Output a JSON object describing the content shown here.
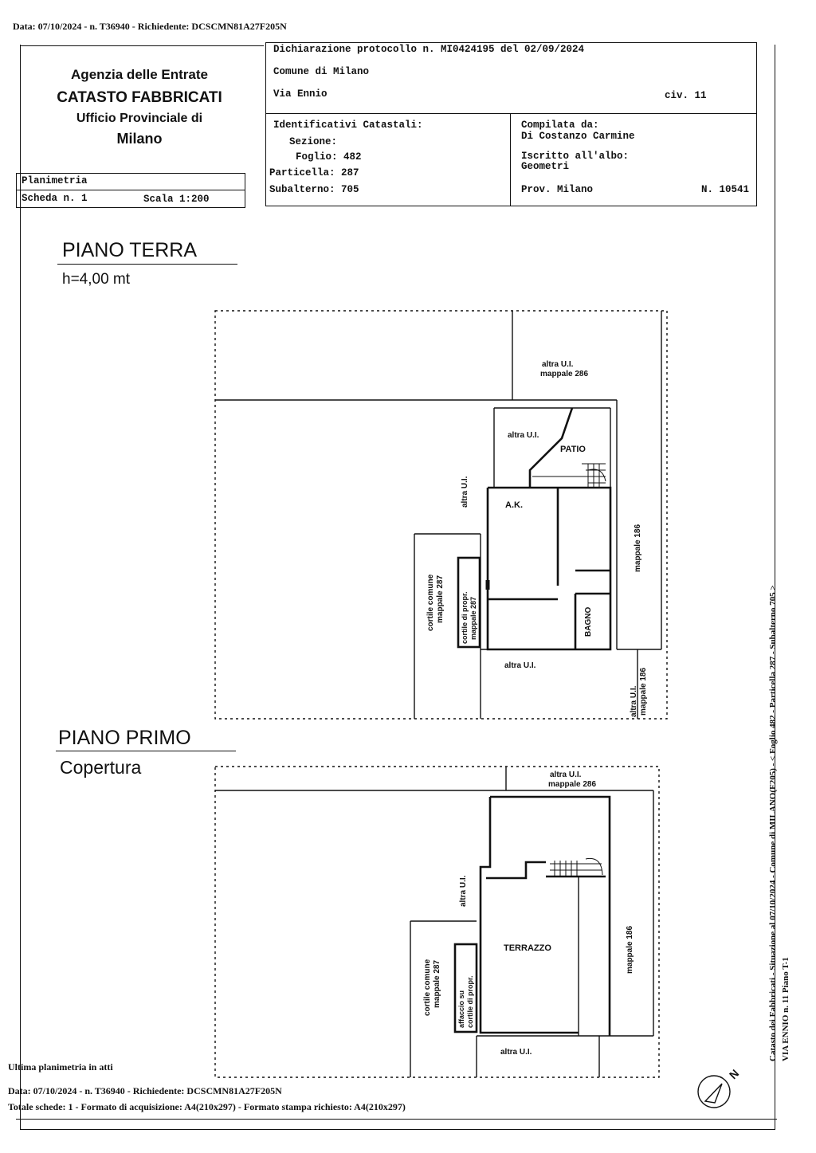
{
  "top_header": "Data: 07/10/2024 - n. T36940 - Richiedente: DCSCMN81A27F205N",
  "agency": {
    "line1": "Agenzia delle Entrate",
    "line2": "CATASTO FABBRICATI",
    "line3": "Ufficio Provinciale di",
    "line4": "Milano"
  },
  "planimetria": {
    "label": "Planimetria",
    "scheda": "Scheda n. 1",
    "scala": "Scala 1:200"
  },
  "declaration": {
    "protocol": "Dichiarazione protocollo n. MI0424195 del 02/09/2024",
    "comune": "Comune di Milano",
    "via": "Via Ennio",
    "civ": "civ. 11"
  },
  "identificativi": {
    "title": "Identificativi Catastali:",
    "sezione": "Sezione:",
    "foglio": "Foglio: 482",
    "particella": "Particella: 287",
    "subalterno": "Subalterno: 705"
  },
  "compilata": {
    "label": "Compilata da:",
    "name": "Di Costanzo Carmine",
    "iscritto": "Iscritto all'albo:",
    "albo": "Geometri",
    "prov": "Prov. Milano",
    "numero": "N. 10541"
  },
  "piano_terra": {
    "title": "PIANO TERRA",
    "height": "h=4,00 mt",
    "labels": {
      "altra_ui_286_a": "altra U.I.",
      "mappale_286": "mappale 286",
      "altra_ui_patio": "altra U.I.",
      "patio": "PATIO",
      "altra_ui_left": "altra U.I.",
      "ak": "A.K.",
      "mappale_186": "mappale 186",
      "cortile_comune": "cortile comune",
      "mappale_287": "mappale 287",
      "cortile_propr": "cortile di propr.",
      "mappale_287b": "mappale 287",
      "bagno": "BAGNO",
      "altra_ui_bottom": "altra U.I.",
      "altra_ui_186": "altra U.I.",
      "mappale_186b": "mappale 186"
    }
  },
  "piano_primo": {
    "title": "PIANO PRIMO",
    "subtitle": "Copertura",
    "labels": {
      "altra_ui_286": "altra U.I.",
      "mappale_286": "mappale 286",
      "altra_ui_left": "altra U.I.",
      "terrazzo": "TERRAZZO",
      "mappale_186": "mappale 186",
      "cortile_comune": "cortile comune",
      "mappale_287": "mappale 287",
      "affaccio": "affaccio su",
      "cortile_propr": "cortile di propr.",
      "altra_ui_bottom": "altra U.I."
    }
  },
  "side_text": {
    "line1": "Catasto dei Fabbricati - Situazione al 07/10/2024 - Comune di MILANO(F205) - < Foglio 482 - Particella 287 - Subalterno 705 >",
    "line2": "VIA ENNIO n. 11 Piano T-1"
  },
  "footer": {
    "ultima": "Ultima planimetria in atti",
    "data": "Data: 07/10/2024 - n. T36940 - Richiedente: DCSCMN81A27F205N",
    "totale": "Totale schede: 1 - Formato di acquisizione: A4(210x297) - Formato stampa richiesto: A4(210x297)"
  },
  "north": "N"
}
